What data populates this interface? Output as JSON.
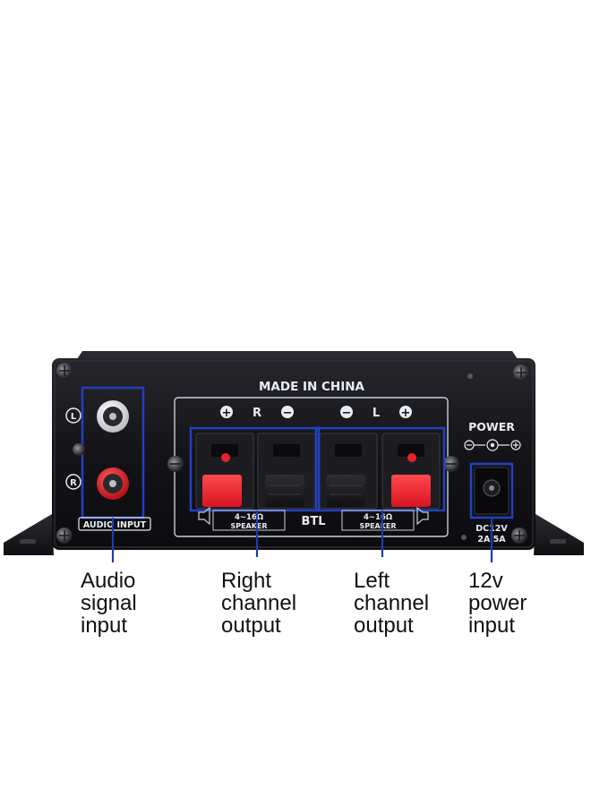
{
  "panel": {
    "made_in": "MADE IN CHINA",
    "channel_r": "R",
    "channel_l": "L",
    "plus_symbol": "+",
    "minus_symbol": "−",
    "jack_left_label": "L",
    "jack_right_label": "R",
    "audio_input_label": "AUDIO INPUT",
    "speaker_impedance_right": "4~16Ω",
    "speaker_label_right": "SPEAKER",
    "speaker_impedance_left": "4~16Ω",
    "speaker_label_left": "SPEAKER",
    "btl_label": "BTL",
    "power_label": "POWER",
    "dc_rating_line1": "DC12V",
    "dc_rating_line2": "2A 5A"
  },
  "callouts": [
    {
      "text": "Audio\nsignal\ninput"
    },
    {
      "text": "Right\nchannel\noutput"
    },
    {
      "text": "Left\nchannel\noutput"
    },
    {
      "text": "12v\npower\ninput"
    }
  ],
  "colors": {
    "chassis": "#141418",
    "panel_lines": "#c9cfdc",
    "highlight_box": "#2340c0",
    "terminal_red": "#e8202a",
    "terminal_black": "#1a1a1d",
    "callout_line": "#1d3bb0"
  }
}
